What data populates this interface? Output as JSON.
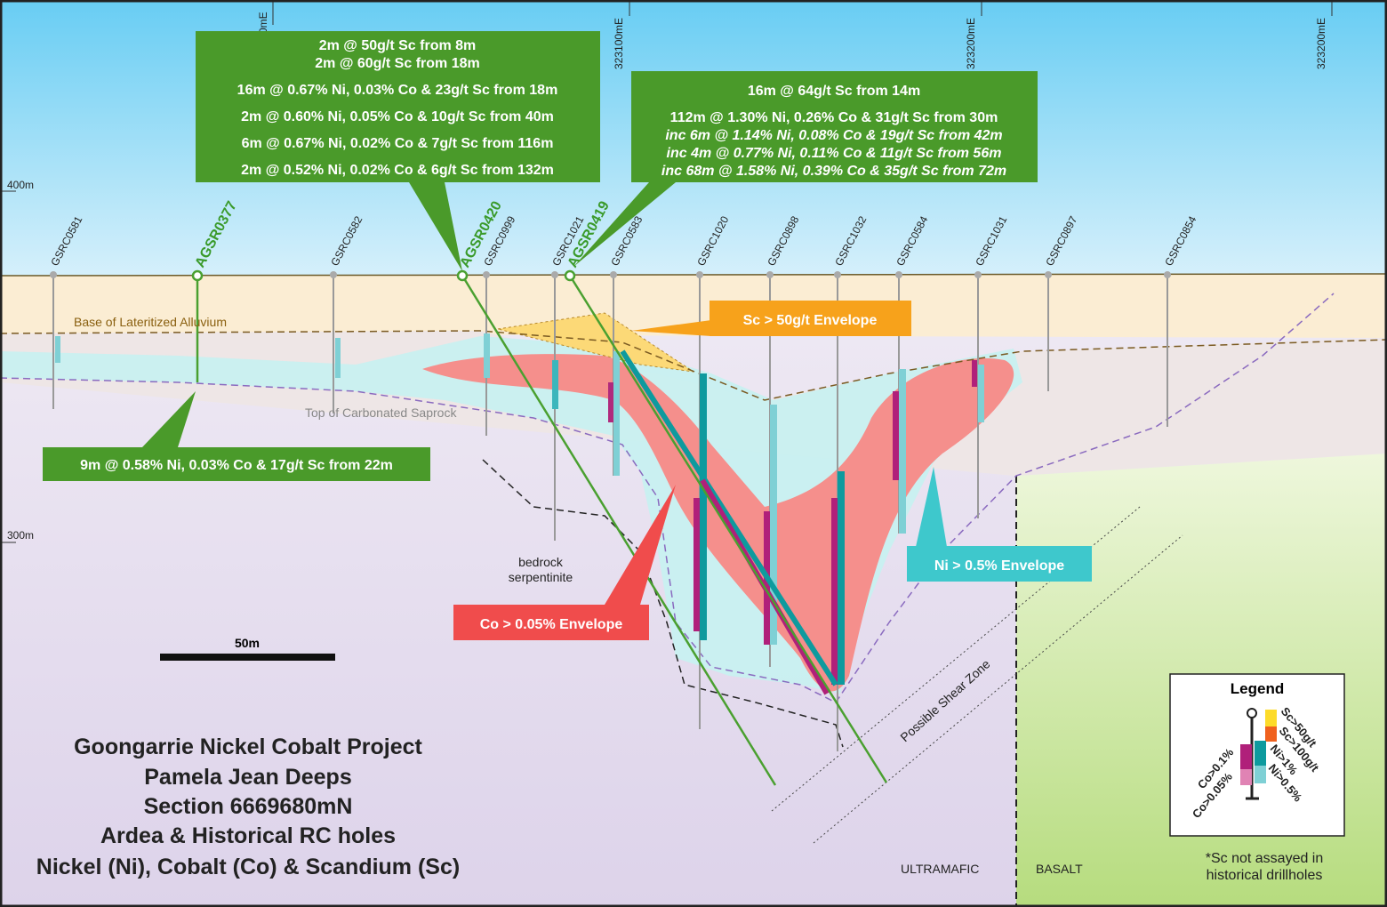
{
  "grid": {
    "eastings": [
      "0mE",
      "323100mE",
      "323200mE",
      "323200mE"
    ],
    "elevations": [
      "400m",
      "300m"
    ]
  },
  "historical_holes": [
    "GSRC0581",
    "GSRC0582",
    "GSRC0999",
    "GSRC1021",
    "GSRC0583",
    "GSRC1020",
    "GSRC0898",
    "GSRC1032",
    "GSRC0584",
    "GSRC1031",
    "GSRC0897",
    "GSRC0854"
  ],
  "ardea_holes": [
    "AGSR0377",
    "AGSR0420",
    "AGSR0419"
  ],
  "intercepts": {
    "agsr0420": [
      "2m @ 50g/t Sc from 8m",
      "2m @ 60g/t Sc from 18m",
      "16m @ 0.67% Ni, 0.03% Co & 23g/t Sc from 18m",
      "2m @ 0.60% Ni, 0.05% Co & 10g/t Sc from 40m",
      "6m @ 0.67% Ni, 0.02% Co & 7g/t Sc from 116m",
      "2m @ 0.52% Ni, 0.02% Co & 6g/t Sc from 132m"
    ],
    "agsr0419": [
      "16m @ 64g/t Sc from 14m",
      "112m @ 1.30% Ni, 0.26% Co & 31g/t Sc from 30m",
      "inc 6m @ 1.14% Ni, 0.08% Co & 19g/t Sc from 42m",
      "inc 4m @ 0.77% Ni, 0.11% Co & 11g/t Sc from 56m",
      "inc 68m @ 1.58% Ni, 0.39% Co & 35g/t Sc from 72m"
    ],
    "agsr0377": [
      "9m @ 0.58% Ni, 0.03% Co & 17g/t Sc from 22m"
    ]
  },
  "envelopes": {
    "sc": "Sc > 50g/t Envelope",
    "co": "Co > 0.05% Envelope",
    "ni": "Ni > 0.5% Envelope"
  },
  "geology": {
    "alluvium": "Base of Lateritized Alluvium",
    "saprock": "Top of Carbonated Saprock",
    "bedrock_1": "bedrock",
    "bedrock_2": "serpentinite",
    "shear": "Possible Shear Zone",
    "ultramafic": "ULTRAMAFIC",
    "basalt": "BASALT"
  },
  "scale_bar": "50m",
  "title": [
    "Goongarrie Nickel Cobalt Project",
    "Pamela Jean Deeps",
    "Section 6669680mN",
    "Ardea & Historical RC holes",
    "Nickel (Ni), Cobalt (Co) & Scandium (Sc)"
  ],
  "legend": {
    "title": "Legend",
    "items": [
      "Sc>50g/t",
      "Sc>100g/t",
      "Ni>1%",
      "Ni>0.5%",
      "Co>0.1%",
      "Co>0.05%"
    ],
    "note_1": "*Sc not assayed in",
    "note_2": "historical drillholes"
  },
  "colors": {
    "intercept_box": "#4a9a2a",
    "sc_envelope": "#f7a21b",
    "co_envelope": "#f05a5a",
    "ni_envelope": "#3ec8cc"
  }
}
